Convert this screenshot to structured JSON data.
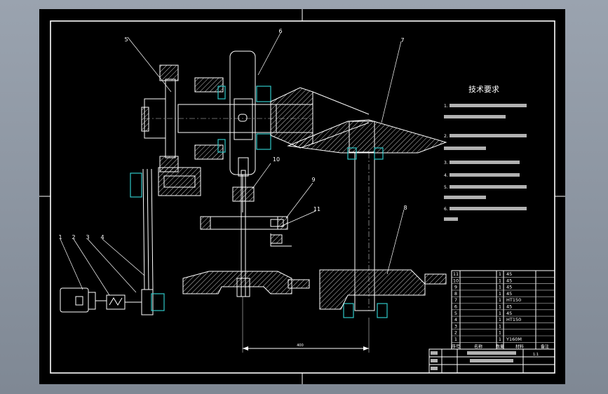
{
  "tech_requirements": {
    "title": "技术要求",
    "items": [
      "1.",
      "2.",
      "3.",
      "4.",
      "5.",
      "6."
    ]
  },
  "balloons": [
    "1",
    "2",
    "3",
    "4",
    "5",
    "6",
    "7",
    "8",
    "9",
    "10",
    "11"
  ],
  "dimension_label": "400",
  "bom": {
    "rows": [
      {
        "no": "11",
        "name": "",
        "qty": "1",
        "material": "45"
      },
      {
        "no": "10",
        "name": "",
        "qty": "1",
        "material": "45"
      },
      {
        "no": "9",
        "name": "",
        "qty": "1",
        "material": "45"
      },
      {
        "no": "8",
        "name": "",
        "qty": "1",
        "material": "45"
      },
      {
        "no": "7",
        "name": "",
        "qty": "1",
        "material": "HT150"
      },
      {
        "no": "6",
        "name": "",
        "qty": "1",
        "material": "45"
      },
      {
        "no": "5",
        "name": "",
        "qty": "1",
        "material": "45"
      },
      {
        "no": "4",
        "name": "",
        "qty": "1",
        "material": "HT150"
      },
      {
        "no": "3",
        "name": "",
        "qty": "1",
        "material": ""
      },
      {
        "no": "2",
        "name": "",
        "qty": "1",
        "material": ""
      },
      {
        "no": "1",
        "name": "",
        "qty": "1",
        "material": "Y160M"
      }
    ],
    "header": {
      "no": "序号",
      "name": "名称",
      "qty": "数量",
      "material": "材料",
      "remark": "备注"
    }
  },
  "title_block": {
    "line1": "",
    "line2": "",
    "scale": "1:1"
  }
}
